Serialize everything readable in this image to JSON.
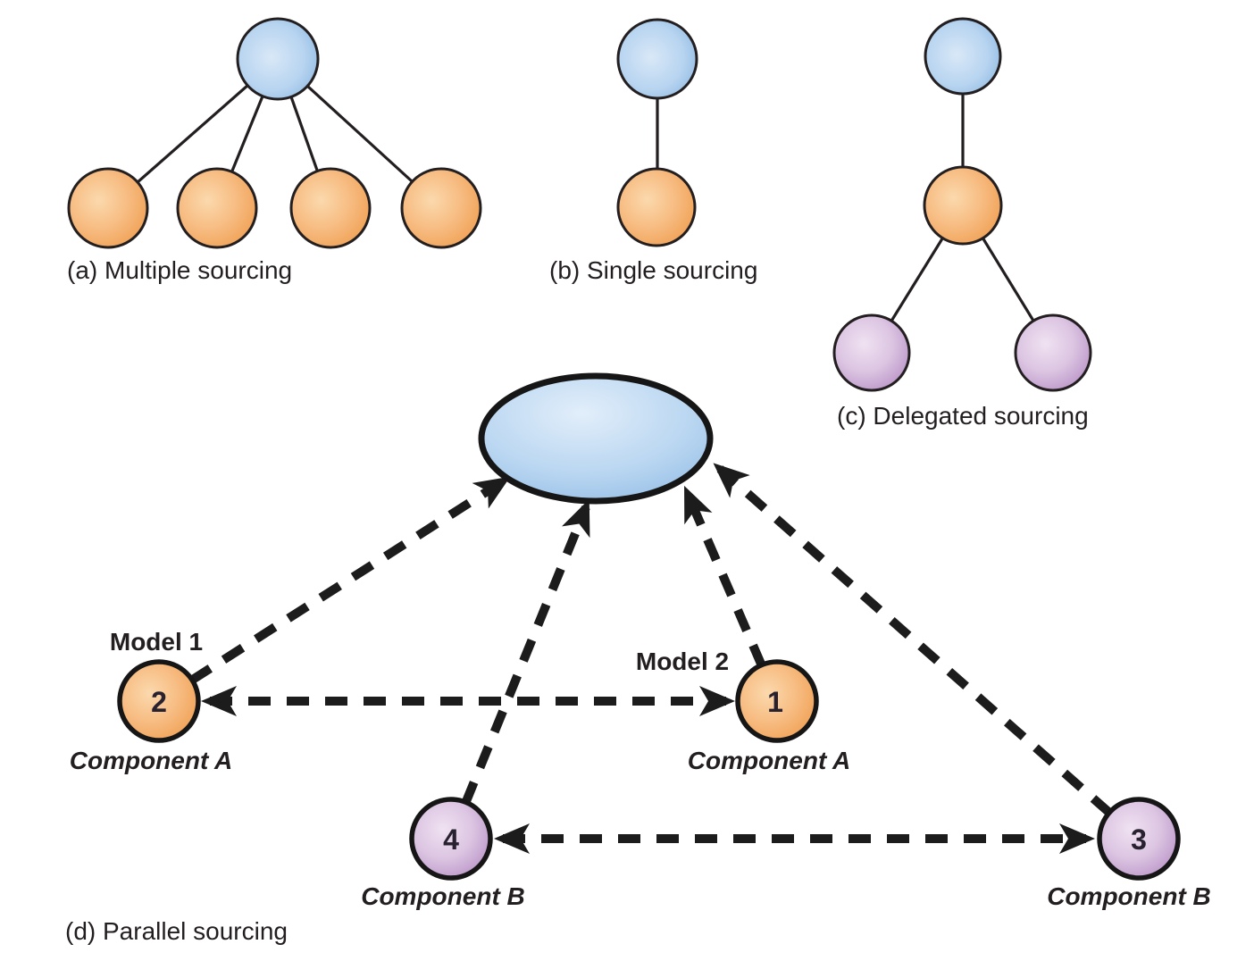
{
  "figure": {
    "panels": {
      "a": {
        "caption": "(a) Multiple sourcing"
      },
      "b": {
        "caption": "(b) Single sourcing"
      },
      "c": {
        "caption": "(c) Delegated sourcing"
      },
      "d": {
        "caption": "(d) Parallel sourcing",
        "labels": {
          "model1": "Model 1",
          "model2": "Model 2",
          "component_a_left": "Component A",
          "component_a_right": "Component A",
          "component_b_left": "Component B",
          "component_b_right": "Component B"
        },
        "nodes": {
          "n2": "2",
          "n1": "1",
          "n4": "4",
          "n3": "3"
        }
      }
    },
    "colors": {
      "buyer_blue": "#b7d4f0",
      "buyer_blue_edge": "#83b1de",
      "supplier_orange": "#f7bc82",
      "supplier_orange_edge": "#ef9d4e",
      "subsupplier_purple": "#dcc5e2",
      "subsupplier_purple_edge": "#b68fc5",
      "outline_black": "#231f20",
      "arrow_black": "#1c1c1c",
      "background": "#ffffff"
    }
  }
}
